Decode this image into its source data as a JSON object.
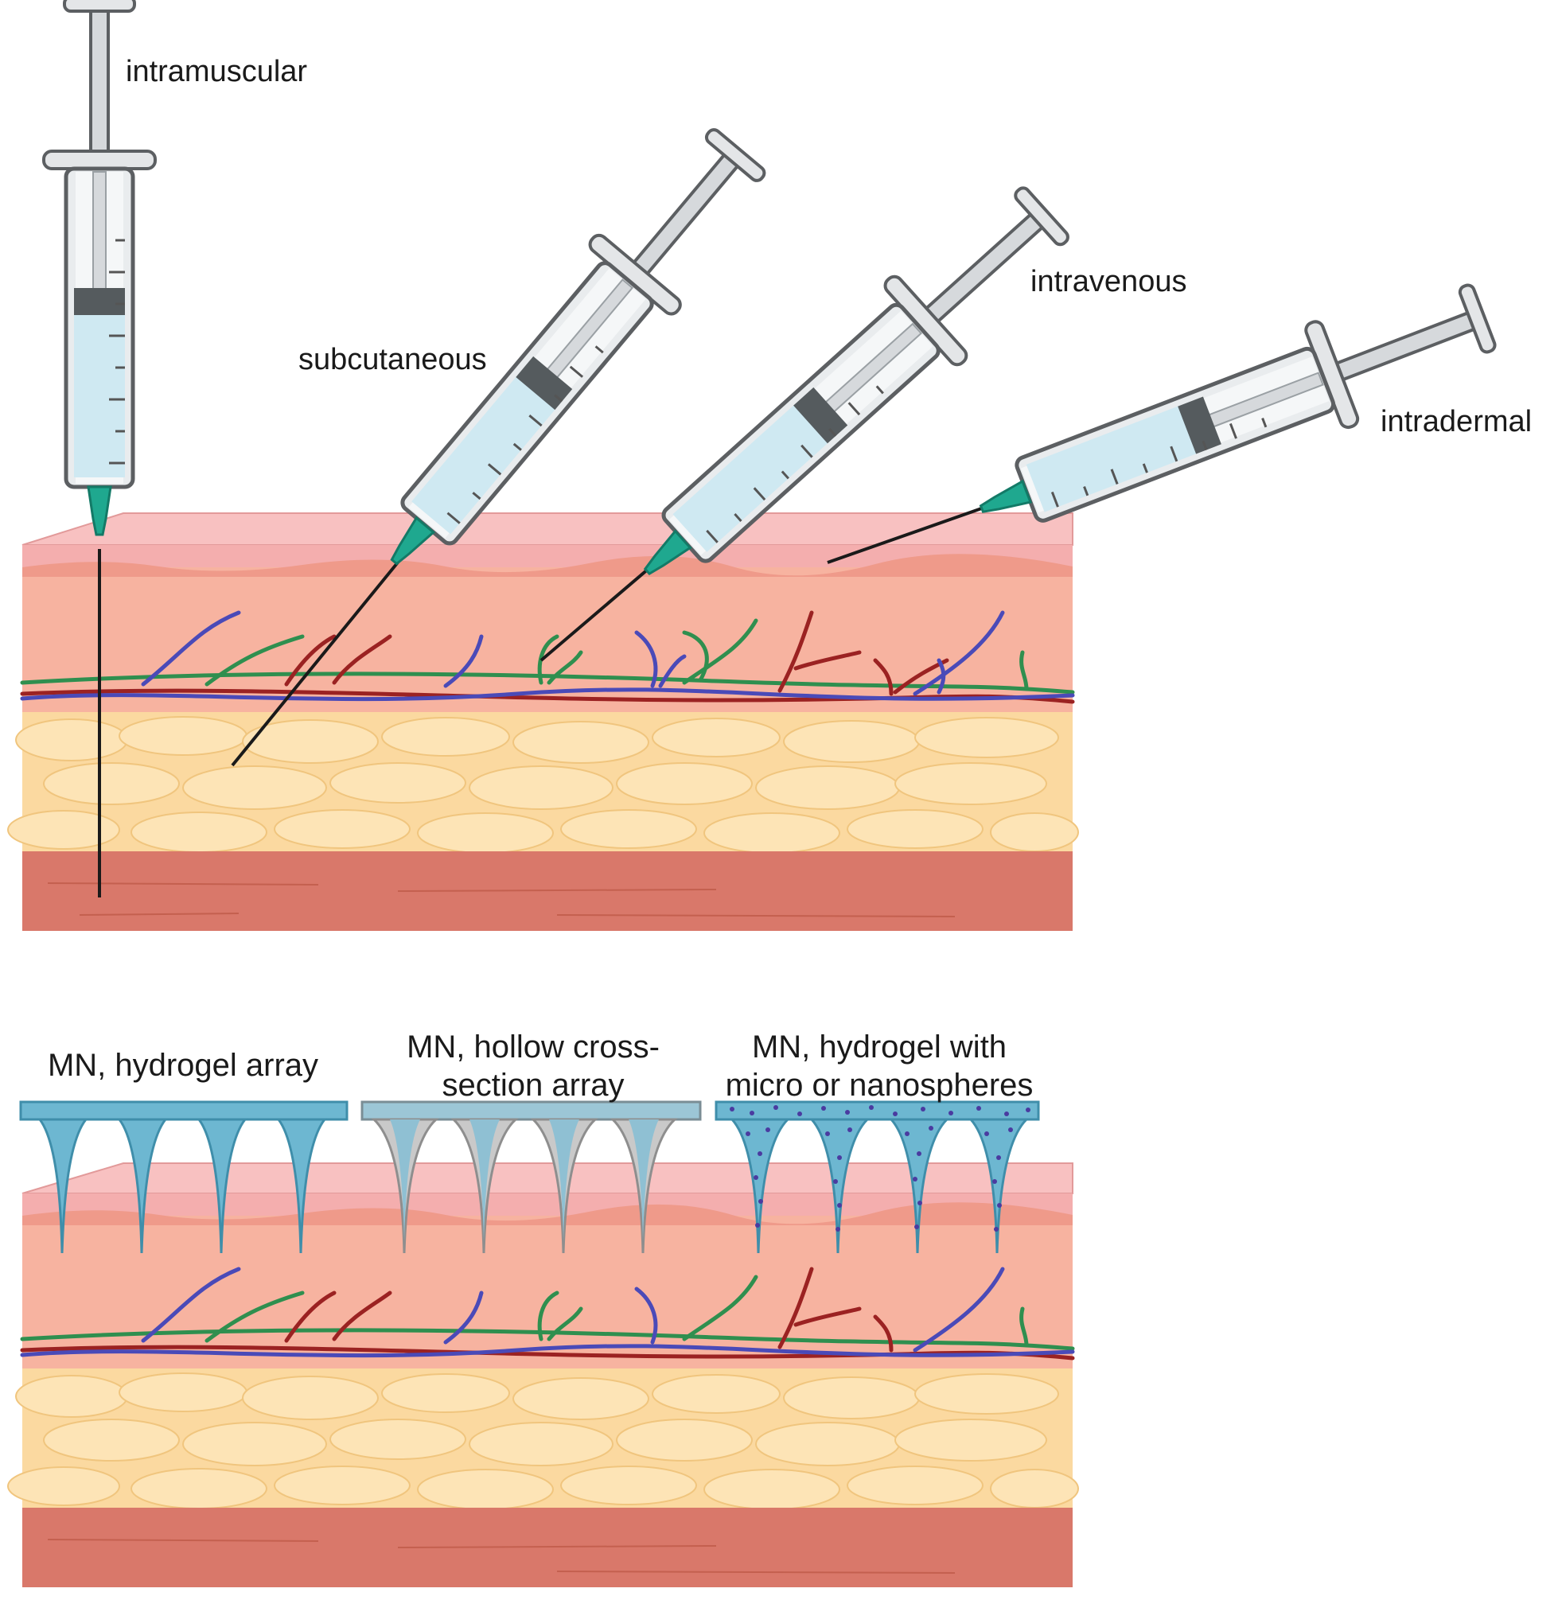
{
  "injection_labels": {
    "intramuscular": "intramuscular",
    "subcutaneous": "subcutaneous",
    "intravenous": "intravenous",
    "intradermal": "intradermal"
  },
  "microneedle_labels": {
    "hydrogel_array": "MN, hydrogel array",
    "hollow_line1": "MN, hollow cross-",
    "hollow_line2": "section array",
    "spheres_line1": "MN, hydrogel with",
    "spheres_line2": "micro or nanospheres"
  },
  "colors": {
    "epidermis_top": "#f4aeae",
    "dermis": "#f7b3a0",
    "fat": "#fbd9a0",
    "muscle": "#d9786a",
    "vein": "#4a4ab8",
    "artery": "#9b2222",
    "lymph": "#2f8f4f",
    "hub": "#1fa88f",
    "fluid": "#cfe9f2",
    "mn_blue": "#6db7d1",
    "mn_hollow": "#c9c9c9",
    "nanosphere": "#4a3ba0"
  },
  "icons": [
    "syringe-icon",
    "skin-layer-icon",
    "microneedle-array-icon"
  ]
}
